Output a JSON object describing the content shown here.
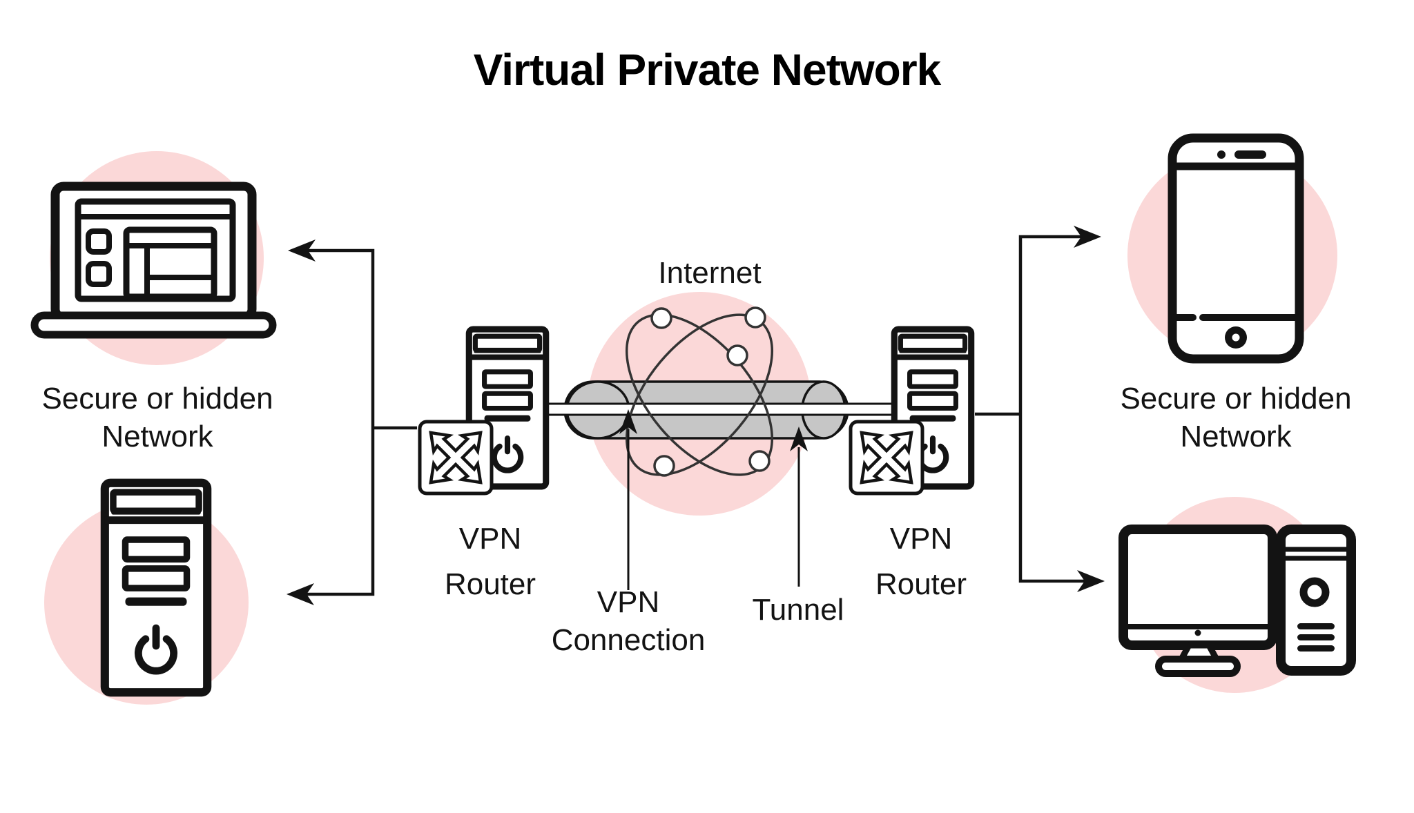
{
  "title": "Virtual Private Network",
  "labels": {
    "internet": "Internet",
    "secure_left": {
      "line1": "Secure or hidden",
      "line2": "Network"
    },
    "secure_right": {
      "line1": "Secure or hidden",
      "line2": "Network"
    },
    "router_left": {
      "line1": "VPN",
      "line2": "Router"
    },
    "router_right": {
      "line1": "VPN",
      "line2": "Router"
    },
    "vpn_connection": {
      "line1": "VPN",
      "line2": "Connection"
    },
    "tunnel": "Tunnel"
  },
  "colors": {
    "pink": "#FBD8D8",
    "gray": "#C6C6C6",
    "ink": "#131313",
    "orbit": "#333333"
  },
  "icons": {
    "laptop": "outline laptop with browser wireframe",
    "server_tower": "outline pc tower with drive bays and power symbol",
    "vpn_router_badge": "square badge with four-way crossed arrows",
    "internet": "orbit loops with node circles",
    "tunnel": "gray horizontal cylinder pill",
    "vpn_connection_line": "white band through tunnel",
    "smartphone": "outline phone with home button",
    "desktop_computer": "outline monitor with stand plus tower"
  }
}
